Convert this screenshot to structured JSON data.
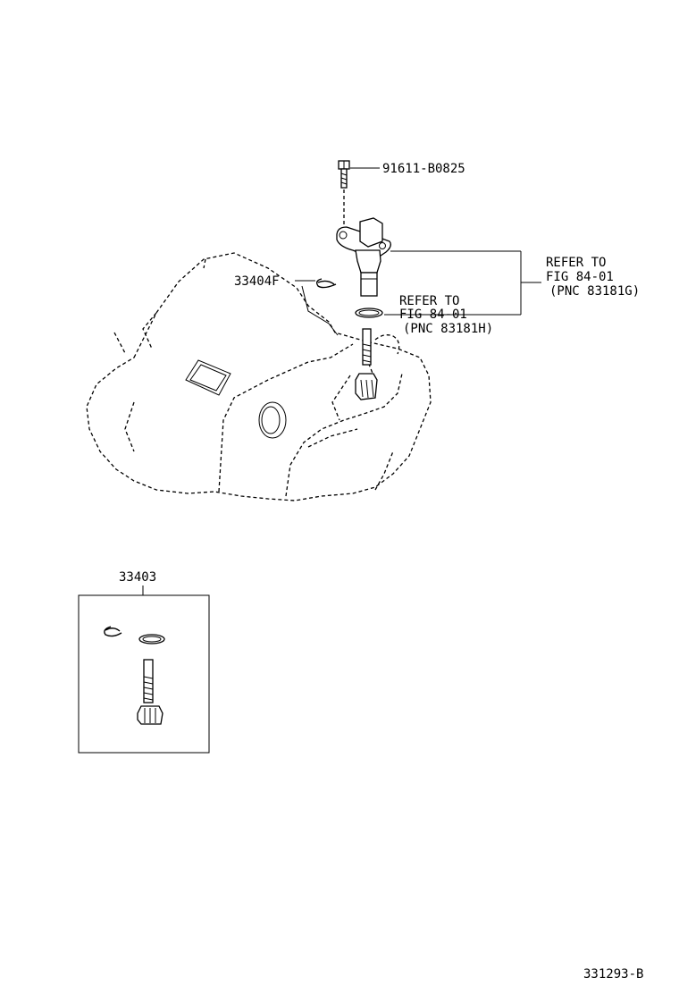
{
  "callouts": {
    "bolt_part_no": "91611-B0825",
    "clip_part_no": "33404F",
    "kit_part_no": "33403",
    "sensor_ref_line1": "REFER TO",
    "sensor_ref_line2": "FIG 84-01",
    "sensor_ref_line3": "(PNC 83181G)",
    "oring_ref_line1": "REFER TO",
    "oring_ref_line2": "FIG 84-01",
    "oring_ref_line3": "(PNC 83181H)"
  },
  "illustration_id": "331293-B",
  "colors": {
    "line": "#000000",
    "background": "#ffffff"
  }
}
